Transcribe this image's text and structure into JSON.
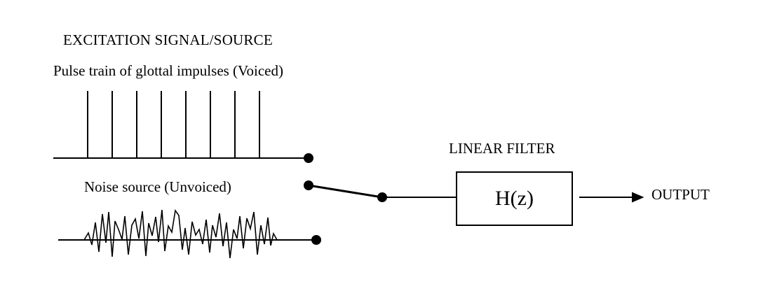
{
  "diagram": {
    "title": "EXCITATION SIGNAL/SOURCE",
    "voiced_label": "Pulse train of glottal impulses (Voiced)",
    "unvoiced_label": "Noise source (Unvoiced)",
    "filter_label": "LINEAR FILTER",
    "filter_function": "H(z)",
    "output_label": "OUTPUT"
  },
  "colors": {
    "ink": "#000000",
    "background": "#ffffff"
  }
}
